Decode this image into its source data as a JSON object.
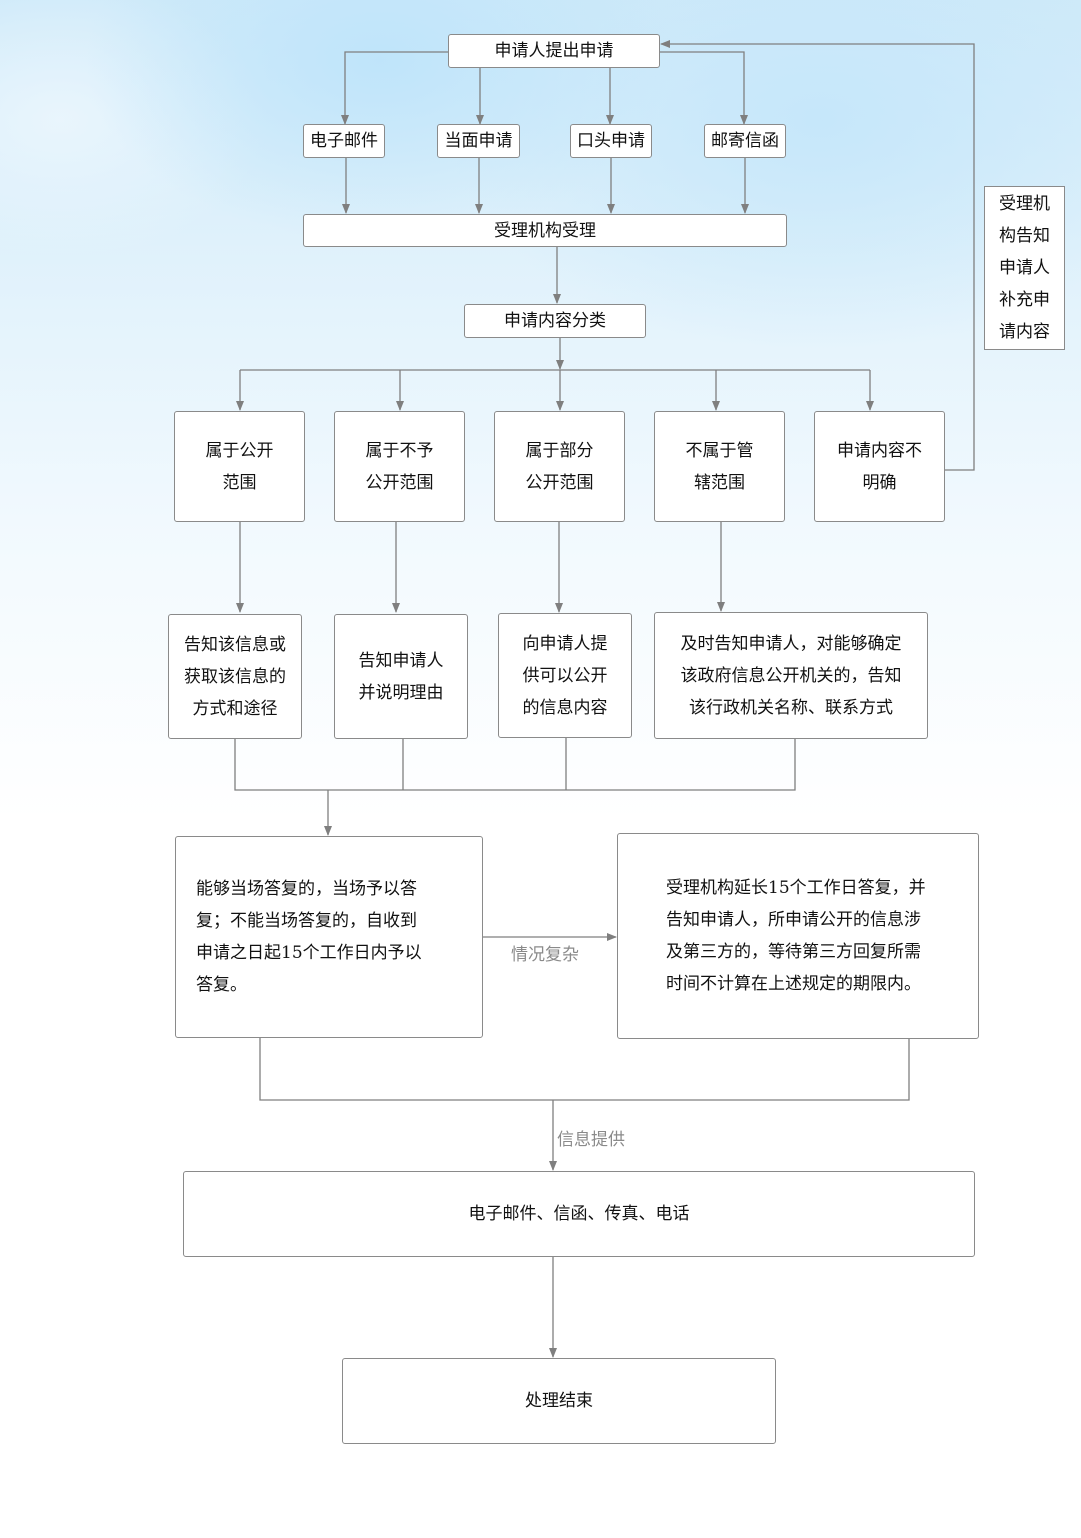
{
  "flow": {
    "start": "申请人提出申请",
    "channels": [
      "电子邮件",
      "当面申请",
      "口头申请",
      "邮寄信函"
    ],
    "accept": "受理机构受理",
    "classify": "申请内容分类",
    "supplement": [
      "受理机",
      "构告知",
      "申请人",
      "补充申",
      "请内容"
    ],
    "categories": [
      {
        "lines": [
          "属于公开",
          "范围"
        ]
      },
      {
        "lines": [
          "属于不予",
          "公开范围"
        ]
      },
      {
        "lines": [
          "属于部分",
          "公开范围"
        ]
      },
      {
        "lines": [
          "不属于管",
          "辖范围"
        ]
      },
      {
        "lines": [
          "申请内容不",
          "明确"
        ]
      }
    ],
    "actions": [
      {
        "lines": [
          "告知该信息或",
          "获取该信息的",
          "方式和途径"
        ]
      },
      {
        "lines": [
          "告知申请人",
          "并说明理由"
        ]
      },
      {
        "lines": [
          "向申请人提",
          "供可以公开",
          "的信息内容"
        ]
      },
      {
        "lines": [
          "及时告知申请人，对能够确定",
          "该政府信息公开机关的，告知",
          "该行政机关名称、联系方式"
        ]
      }
    ],
    "reply_normal": [
      "能够当场答复的，当场予以答",
      "复；不能当场答复的，自收到",
      "申请之日起15个工作日内予以",
      "答复。"
    ],
    "complex_label": "情况复杂",
    "reply_extended": [
      "受理机构延长15个工作日答复，并",
      "告知申请人，所申请公开的信息涉",
      "及第三方的，等待第三方回复所需",
      "时间不计算在上述规定的期限内。"
    ],
    "provide_label": "信息提供",
    "delivery": "电子邮件、信函、传真、电话",
    "end": "处理结束"
  },
  "colors": {
    "line": "#7f7f7f",
    "border": "#8a8a8a",
    "label": "#8a8a8a"
  }
}
